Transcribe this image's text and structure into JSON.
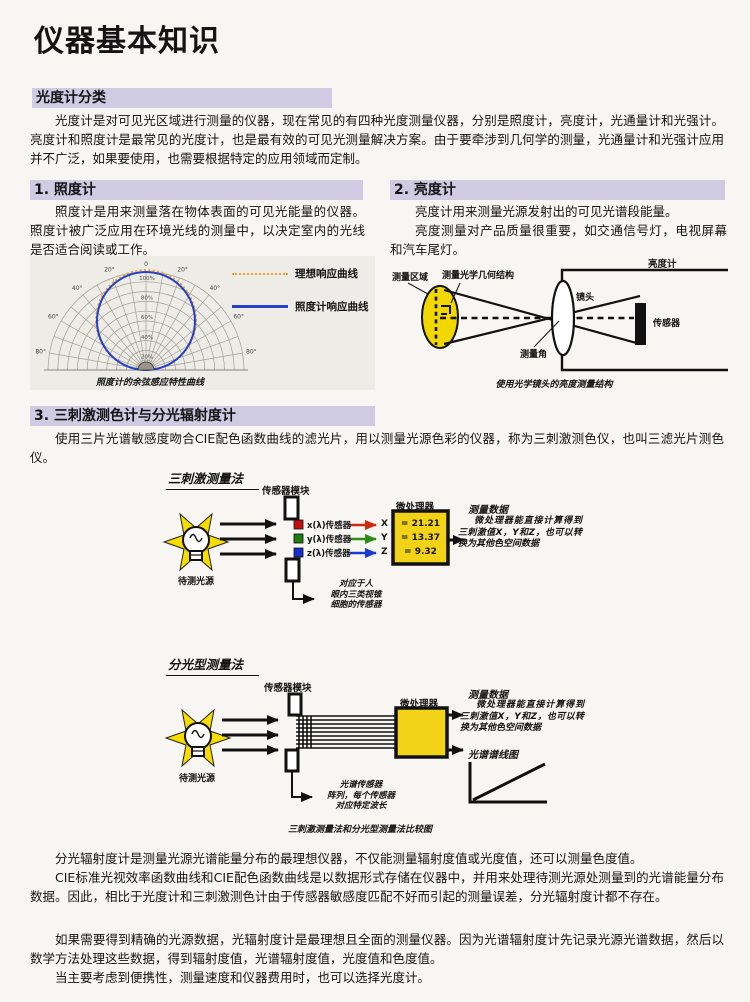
{
  "page": {
    "title": "仪器基本知识"
  },
  "classification": {
    "heading": "光度计分类",
    "body": "光度计是对可见光区域进行测量的仪器，现在常见的有四种光度测量仪器，分别是照度计，亮度计，光通量计和光强计。亮度计和照度计是最常见的光度计，也是最有效的可见光测量解决方案。由于要牵涉到几何学的测量，光通量计和光强计应用并不广泛，如果要使用，也需要根据特定的应用领域而定制。"
  },
  "illuminance": {
    "heading": "1. 照度计",
    "body": "照度计是用来测量落在物体表面的可见光能量的仪器。照度计被广泛应用在环境光线的测量中，以决定室内的光线是否适合阅读或工作。",
    "legend": [
      {
        "label": "理想响应曲线",
        "style": "dotted",
        "color": "#e8a22a"
      },
      {
        "label": "照度计响应曲线",
        "style": "solid",
        "color": "#2440c8"
      }
    ],
    "caption": "照度计的余弦感应特性曲线",
    "polar": {
      "zero": "0",
      "angles": [
        "20°",
        "40°",
        "60°",
        "80°"
      ],
      "percents": [
        "100%",
        "80%",
        "60%",
        "40%",
        "20%"
      ]
    }
  },
  "luminance": {
    "heading": "2. 亮度计",
    "p1": "亮度计用来测量光源发射出的可见光谱段能量。",
    "p2": "亮度测量对产品质量很重要，如交通信号灯，电视屏幕和汽车尾灯。",
    "diagram": {
      "area": "测量区域",
      "geometry": "测量光学几何结构",
      "meter": "亮度计",
      "lens": "镜头",
      "sensor": "传感器",
      "angle": "测量角",
      "caption": "使用光学镜头的亮度测量结构"
    }
  },
  "tristimulus_section": {
    "heading": "3. 三刺激测色计与分光辐射度计",
    "body": "使用三片光谱敏感度吻合CIE配色函数曲线的滤光片，用以测量光源色彩的仪器，称为三刺激测色仪，也叫三滤光片测色仪。",
    "fig1": {
      "title": "三刺激测量法",
      "source": "待测光源",
      "module": "传感器模块",
      "sensors": [
        {
          "label": "x(λ)传感器",
          "letter": "X",
          "value": "= 21.21"
        },
        {
          "label": "y(λ)传感器",
          "letter": "Y",
          "value": "= 13.37"
        },
        {
          "label": "z(λ)传感器",
          "letter": "Z",
          "value": "=  9.32"
        }
      ],
      "processor": "微处理器",
      "data_heading": "测量数据",
      "data_text": "微处理器能直接计算得到三刺激值X，Y和Z，也可以转换为其他色空间数据",
      "cone_note": "对应于人\n眼内三类视锥\n细胞的传感器"
    },
    "fig2": {
      "title": "分光型测量法",
      "source": "待测光源",
      "module": "传感器模块",
      "processor": "微处理器",
      "data_heading": "测量数据",
      "data_text": "微处理器能直接计算得到三刺激值X，Y和Z，也可以转换为其他色空间数据",
      "spectrum": "光谱谱线图",
      "array_note": "光谱传感器\n阵列，每个传感器\n对应特定波长"
    },
    "compare_caption": "三刺激测量法和分光型测量法比较图"
  },
  "closing": {
    "p1": "分光辐射度计是测量光源光谱能量分布的最理想仪器，不仅能测量辐射度值或光度值，还可以测量色度值。",
    "p2": "CIE标准光视效率函数曲线和CIE配色函数曲线是以数据形式存储在仪器中，并用来处理待测光源处测量到的光谱能量分布数据。因此，相比于光度计和三刺激测色计由于传感器敏感度匹配不好而引起的测量误差，分光辐射度计都不存在。",
    "p3": "如果需要得到精确的光源数据，光辐射度计是最理想且全面的测量仪器。因为光谱辐射度计先记录光源光谱数据，然后以数学方法处理这些数据，得到辐射度值，光谱辐射度值，光度值和色度值。",
    "p4": "当主要考虑到便携性，测量速度和仪器费用时，也可以选择光度计。"
  },
  "colors": {
    "accent_bar": "#cfcbe2",
    "ideal_curve": "#e8a22a",
    "response_curve": "#2440c8",
    "diagram_yellow": "#f2d318",
    "sensor_red": "#c21010",
    "sensor_green": "#1f7d10",
    "sensor_blue": "#1430c8"
  }
}
